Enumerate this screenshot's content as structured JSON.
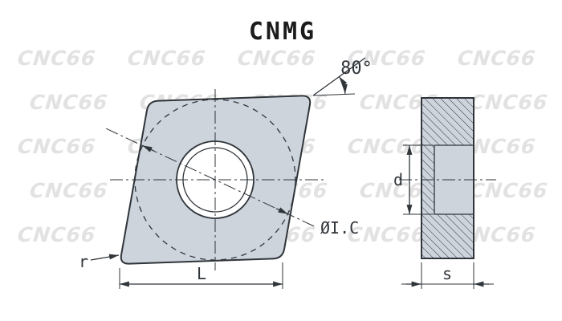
{
  "title": "CNMG",
  "watermark": {
    "text": "CNC66"
  },
  "front_view": {
    "angle_label": "80°",
    "inscribed_circle_label": "ØI.C",
    "corner_radius_label": "r",
    "length_label": "L"
  },
  "side_view": {
    "hole_diameter_label": "d",
    "thickness_label": "s"
  },
  "colors": {
    "background": "#ffffff",
    "insert_fill": "#cdd4dc",
    "outline": "#30353a",
    "hole_fill": "#ffffff",
    "watermark": "#e2e2e2"
  }
}
